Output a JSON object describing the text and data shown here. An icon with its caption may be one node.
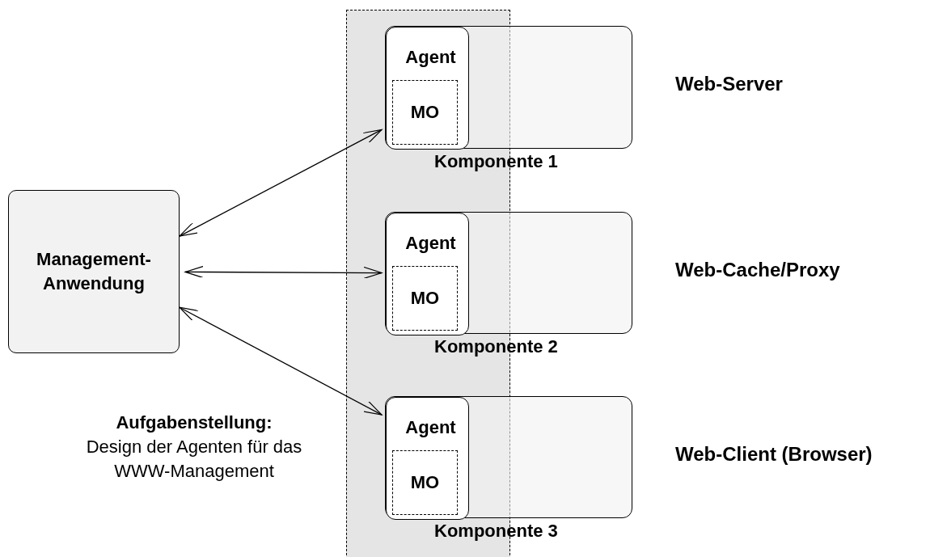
{
  "diagram": {
    "nodes": [
      {
        "text": [
          "Management-Anwendung"
        ]
      },
      {
        "text": [],
        "shape": "box",
        "beside": [
          "Komponente 1",
          "Web-Server"
        ]
      },
      {
        "text": [
          "Agent"
        ],
        "in": 1
      },
      {
        "text": [
          "MO"
        ],
        "in": 2
      },
      {
        "text": [],
        "shape": "box",
        "beside": [
          "Komponente 2",
          "Web-Cache/Proxy"
        ]
      },
      {
        "text": [
          "Agent"
        ],
        "in": 4
      },
      {
        "text": [
          "MO"
        ],
        "in": 5
      },
      {
        "text": [],
        "shape": "box",
        "beside": [
          "Komponente 3",
          "Web-Client (Browser)"
        ]
      },
      {
        "text": [
          "Agent"
        ],
        "in": 7
      },
      {
        "text": [
          "MO"
        ],
        "in": 8
      }
    ],
    "edges": [
      {
        "from": 0,
        "to": 2,
        "arrow": "both"
      },
      {
        "from": 0,
        "to": 5,
        "arrow": "both"
      },
      {
        "from": 0,
        "to": 8,
        "arrow": "both"
      }
    ],
    "labels": [
      "Aufgabenstellung:",
      "Design der Agenten für das WWW-Management"
    ]
  }
}
